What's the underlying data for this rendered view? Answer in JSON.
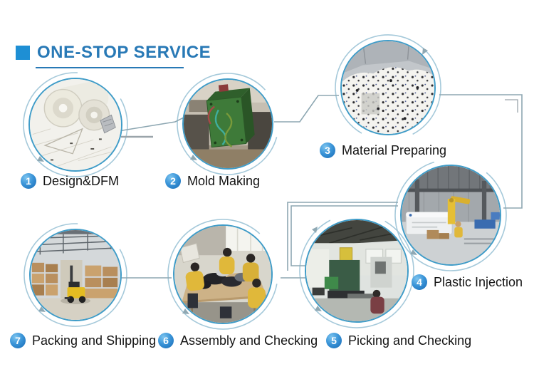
{
  "title": {
    "text": "ONE-STOP SERVICE"
  },
  "steps": [
    {
      "number": "1",
      "label": "Design&DFM",
      "photo_name": "blueprint-rolls-photo"
    },
    {
      "number": "2",
      "label": "Mold Making",
      "photo_name": "green-mold-block-photo"
    },
    {
      "number": "3",
      "label": "Material Preparing",
      "photo_name": "plastic-pellets-hopper-photo"
    },
    {
      "number": "4",
      "label": "Plastic Injection",
      "photo_name": "injection-molding-workshop-photo"
    },
    {
      "number": "5",
      "label": "Picking and Checking",
      "photo_name": "cnc-picking-workshop-photo"
    },
    {
      "number": "6",
      "label": "Assembly and Checking",
      "photo_name": "assembly-table-workers-photo"
    },
    {
      "number": "7",
      "label": "Packing and Shipping",
      "photo_name": "warehouse-forklift-photo"
    }
  ],
  "colors": {
    "accent_square": "#1e8fd4",
    "title_text": "#2879b6",
    "circle_ring": "#3f9cc8",
    "connector": "#8da7b2",
    "arc": "#a5c9da",
    "badge_gradient_top": "#7cc4ef",
    "badge_gradient_bottom": "#1668b4",
    "label_text": "#141414"
  }
}
